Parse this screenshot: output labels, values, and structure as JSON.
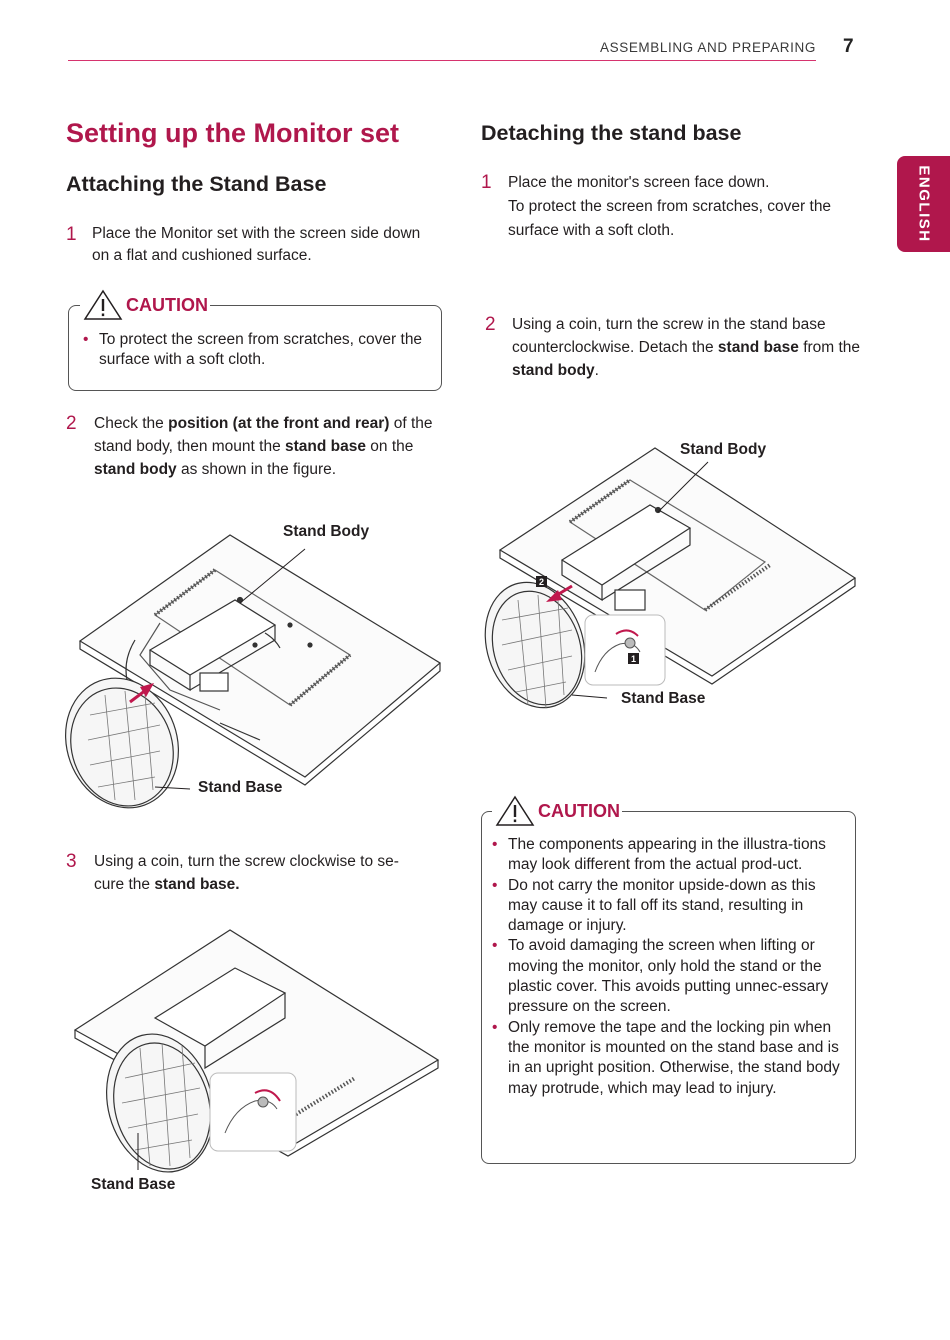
{
  "header": {
    "section": "ASSEMBLING AND PREPARING",
    "page": "7"
  },
  "side_tab": "ENGLISH",
  "left": {
    "title": "Setting up the Monitor set",
    "subtitle": "Attaching the Stand Base",
    "step1": {
      "num": "1",
      "text": "Place the Monitor set with the screen side down on a flat and cushioned surface."
    },
    "caution": {
      "label": "CAUTION",
      "items": [
        "To protect the screen from scratches, cover the surface with a soft cloth."
      ]
    },
    "step2": {
      "num": "2",
      "p1": "Check the ",
      "b1": "position (at the front and rear)",
      "p2": " of the stand body, then mount the ",
      "b2": "stand base",
      "p3": " on the ",
      "b3": "stand body",
      "p4": " as shown in the figure."
    },
    "fig1": {
      "body_label": "Stand Body",
      "base_label": "Stand Base"
    },
    "step3": {
      "num": "3",
      "p1": "Using a coin, turn the screw clockwise to se-cure the ",
      "b1": "stand base."
    },
    "fig3": {
      "base_label": "Stand Base"
    }
  },
  "right": {
    "subtitle": "Detaching the stand base",
    "step1": {
      "num": "1",
      "line1": "Place the monitor's screen face down.",
      "line2": "To protect the screen from scratches, cover the surface with a soft cloth."
    },
    "step2": {
      "num": "2",
      "p1": "Using a coin, turn the screw in the stand base counterclockwise. Detach the ",
      "b1": "stand base",
      "p2": " from the ",
      "b2": "stand body",
      "p3": "."
    },
    "fig2": {
      "body_label": "Stand Body",
      "base_label": "Stand Base",
      "marker1": "1",
      "marker2": "2"
    },
    "caution": {
      "label": "CAUTION",
      "items": [
        "The components appearing in the illustra-tions may look different from the actual prod-uct.",
        "Do not carry the monitor upside-down as this may cause it to fall off its stand, resulting in damage or injury.",
        "To avoid damaging the screen when lifting or moving the monitor, only hold the stand or the plastic cover. This avoids putting unnec-essary pressure on the screen.",
        "Only remove the tape and the locking pin when the monitor is mounted on the stand base and is in an upright position. Otherwise, the stand body may protrude, which may lead to injury."
      ]
    }
  },
  "colors": {
    "accent": "#b0174c",
    "text": "#231f20"
  }
}
